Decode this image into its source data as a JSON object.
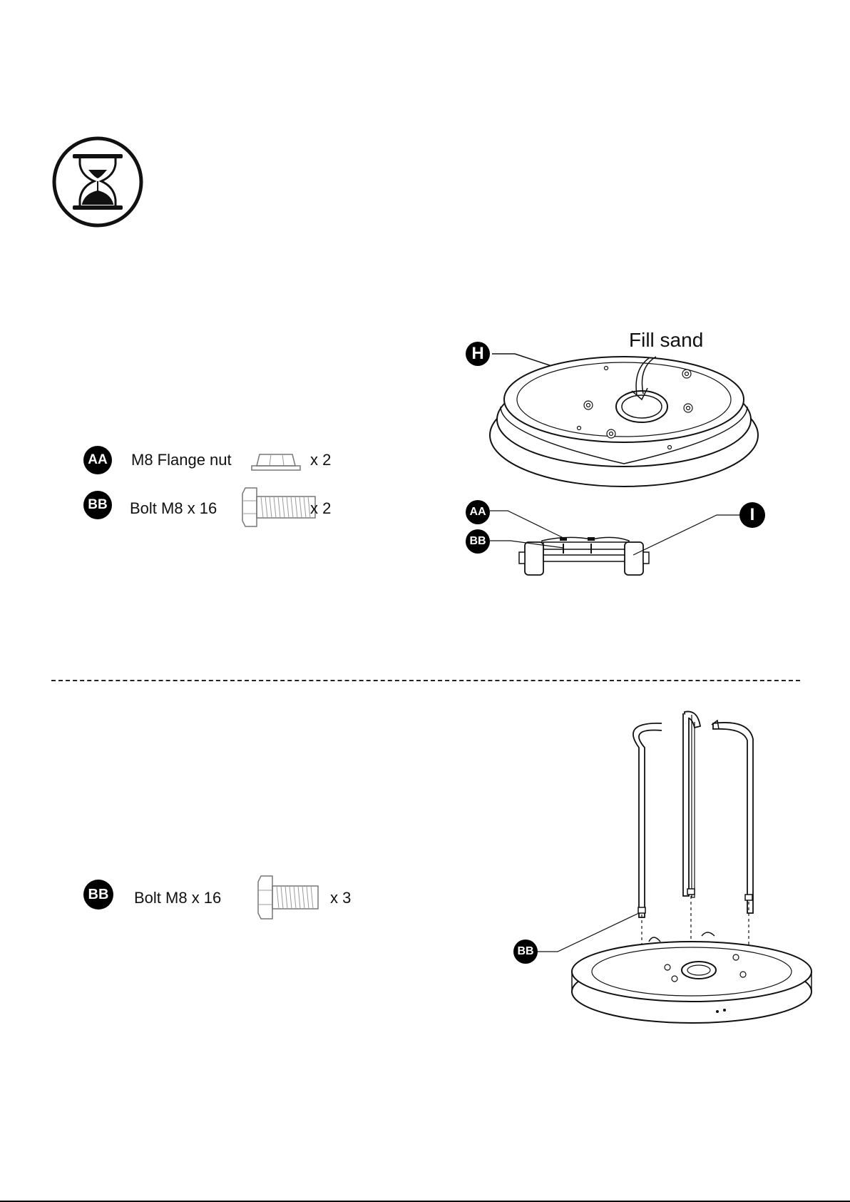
{
  "step1": {
    "hardware": [
      {
        "badge": "AA",
        "name": "M8 Flange nut",
        "qty": "x 2"
      },
      {
        "badge": "BB",
        "name": "Bolt M8 x 16",
        "qty": "x 2"
      }
    ],
    "callouts": {
      "base": "H",
      "nut": "AA",
      "bolt": "BB",
      "wheel_assembly": "I",
      "fill_note": "Fill sand"
    }
  },
  "step2": {
    "hardware": [
      {
        "badge": "BB",
        "name": "Bolt M8 x 16",
        "qty": "x 3"
      }
    ],
    "callouts": {
      "bolt": "BB"
    }
  },
  "icons": [
    "hourglass-icon",
    "flange-nut-icon",
    "bolt-icon"
  ]
}
